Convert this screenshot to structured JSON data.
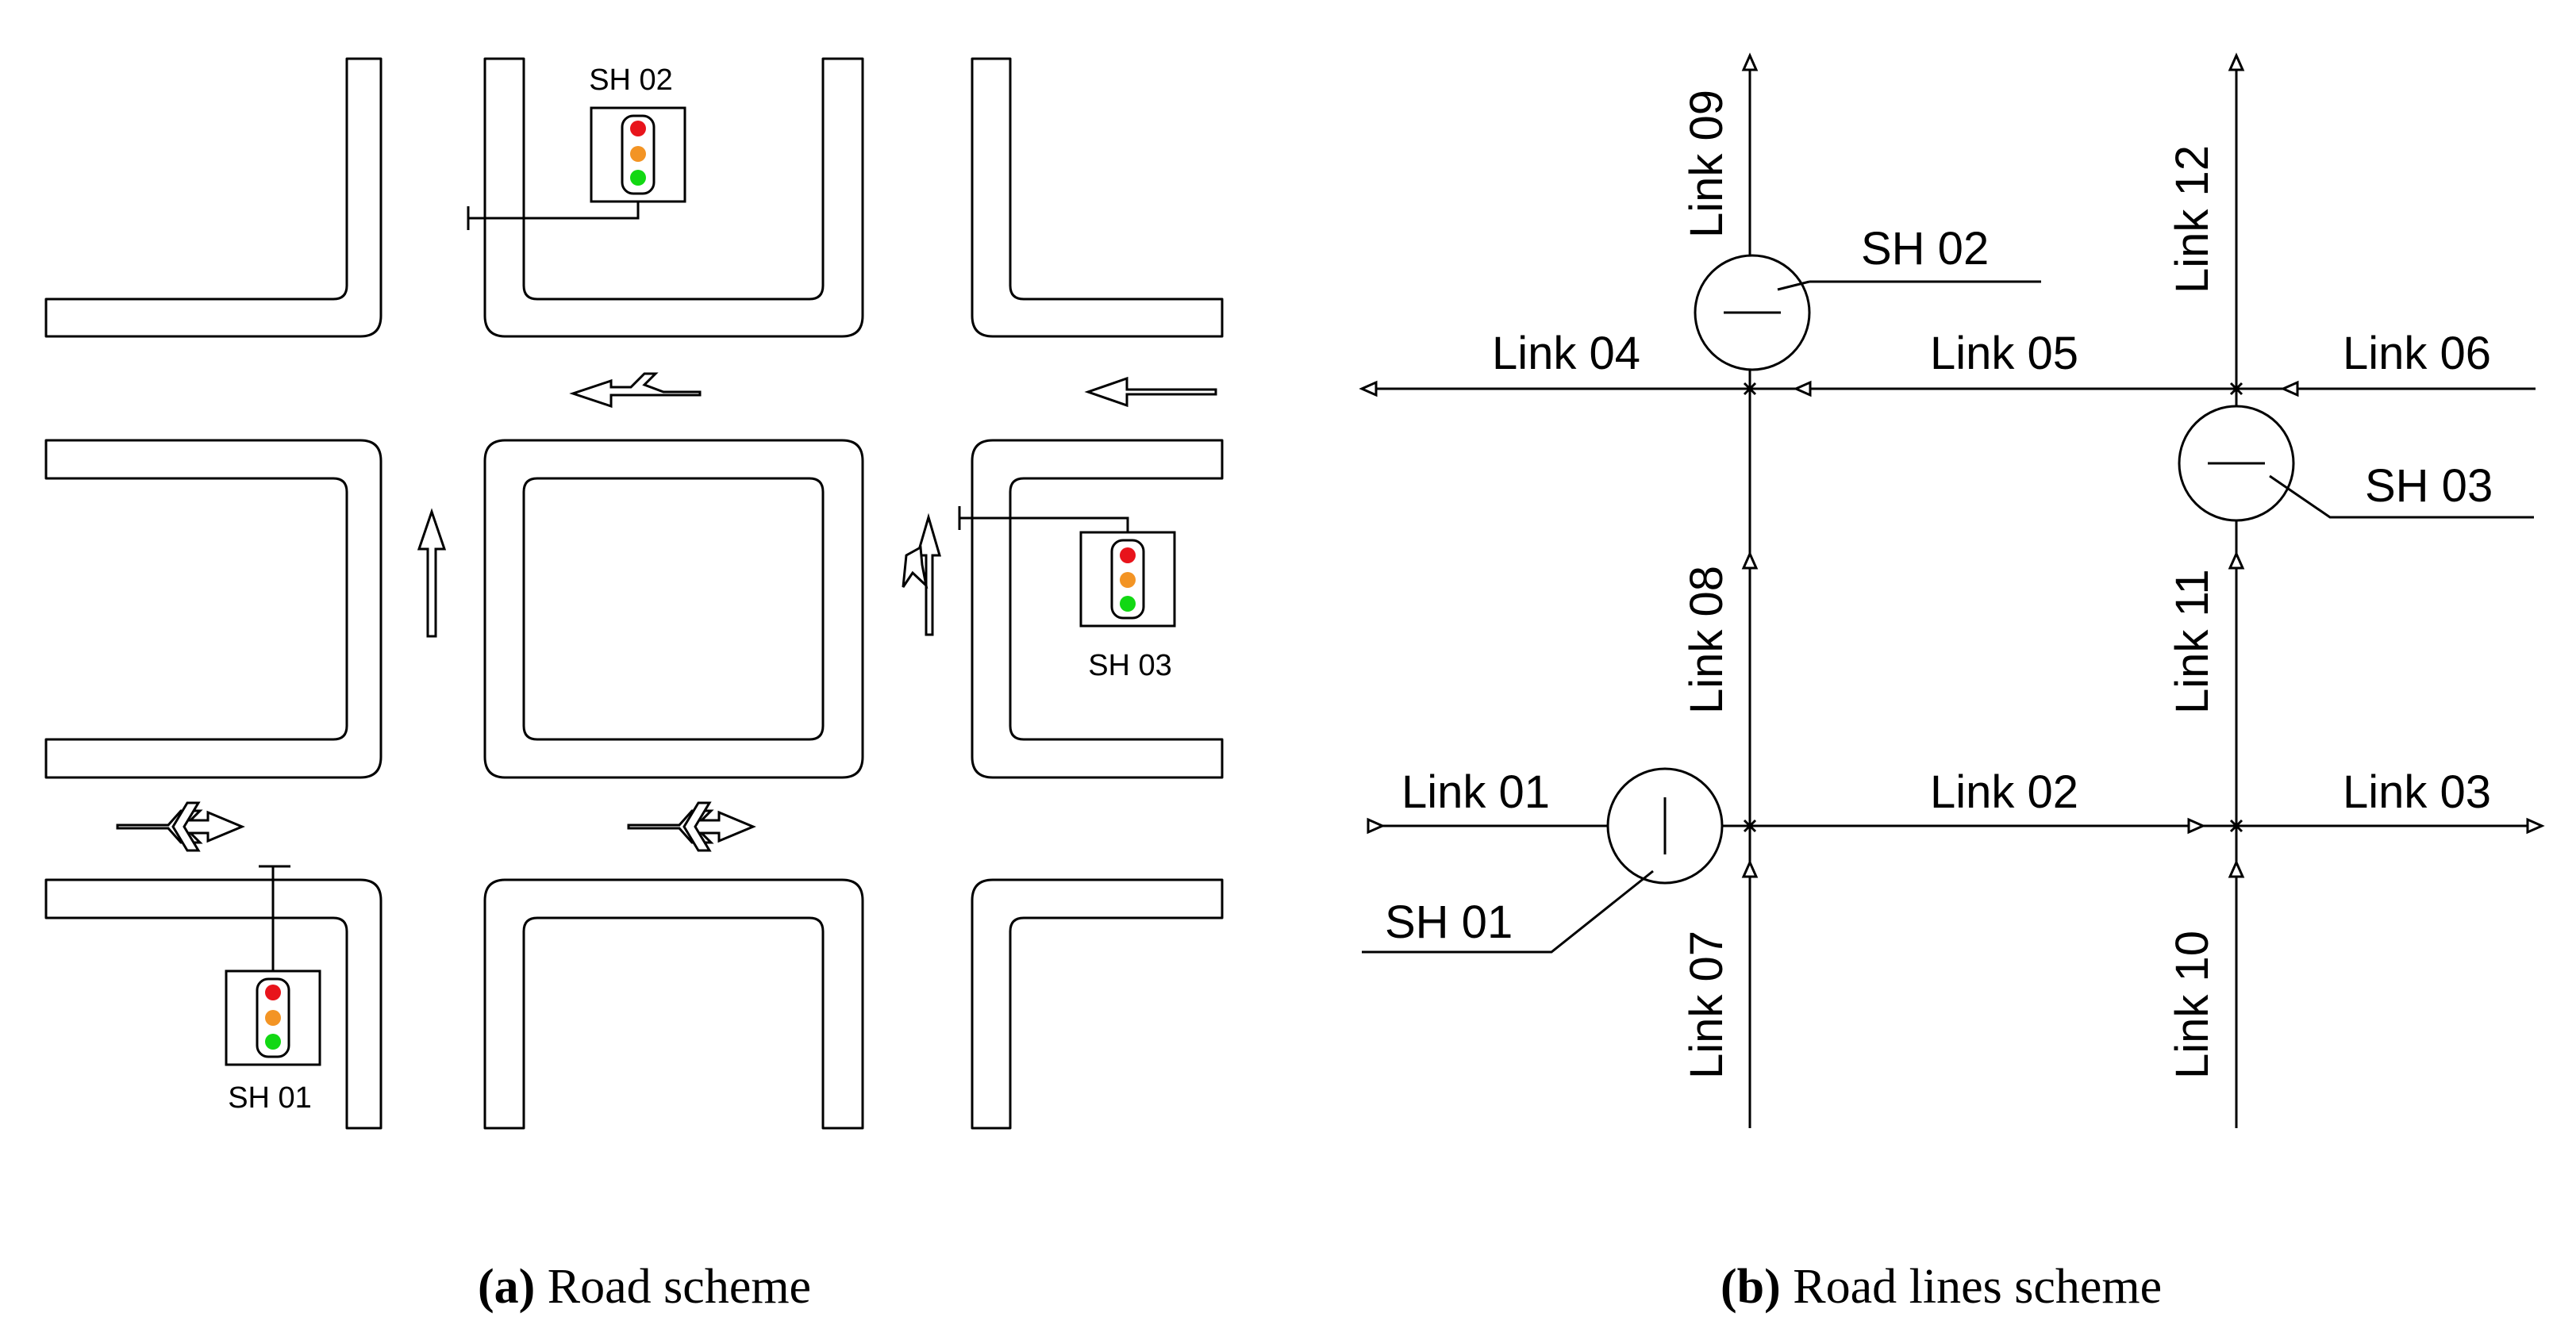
{
  "left_panel": {
    "signals": {
      "sh01": "SH 01",
      "sh02": "SH 02",
      "sh03": "SH 03"
    },
    "light_colors": {
      "red": "#e8141b",
      "amber": "#f39424",
      "green": "#12d813"
    },
    "caption_letter": "(a)",
    "caption_text": " Road scheme"
  },
  "right_panel": {
    "links": {
      "l01": "Link 01",
      "l02": "Link 02",
      "l03": "Link 03",
      "l04": "Link 04",
      "l05": "Link 05",
      "l06": "Link 06",
      "l07": "Link 07",
      "l08": "Link 08",
      "l09": "Link 09",
      "l10": "Link 10",
      "l11": "Link 11",
      "l12": "Link 12"
    },
    "signals": {
      "sh01": "SH 01",
      "sh02": "SH 02",
      "sh03": "SH 03"
    },
    "caption_letter": "(b)",
    "caption_text": " Road lines scheme"
  }
}
